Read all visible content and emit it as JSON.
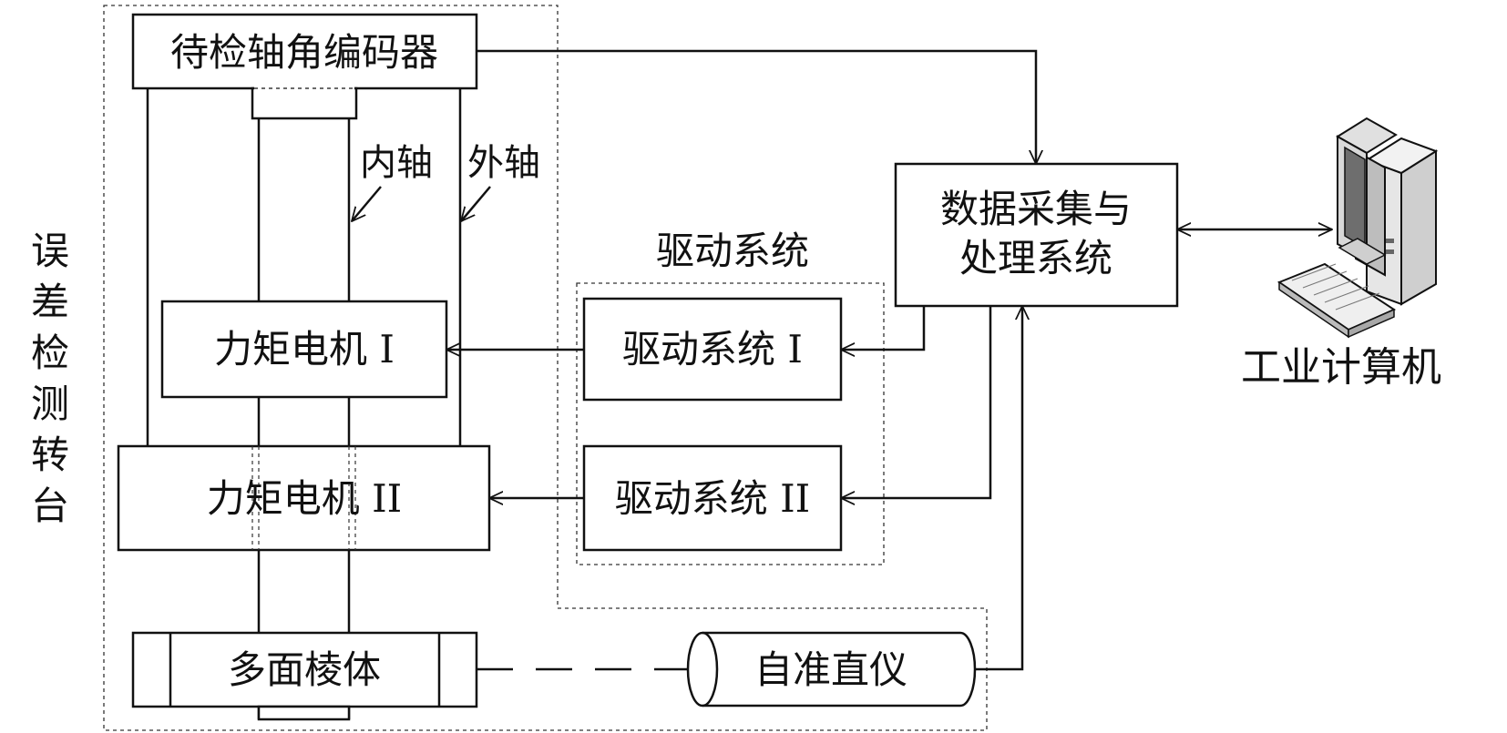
{
  "encoder": {
    "label": "待检轴角编码器"
  },
  "inner_shaft": {
    "label": "内轴"
  },
  "outer_shaft": {
    "label": "外轴"
  },
  "turntable": {
    "label_chars": [
      "误",
      "差",
      "检",
      "测",
      "转",
      "台"
    ]
  },
  "motor1": {
    "label": "力矩电机 I"
  },
  "motor2": {
    "label": "力矩电机 II"
  },
  "drive_group": {
    "label": "驱动系统"
  },
  "drive1": {
    "label": "驱动系统 I"
  },
  "drive2": {
    "label": "驱动系统 II"
  },
  "daq": {
    "line1": "数据采集与",
    "line2": "处理系统"
  },
  "computer": {
    "label": "工业计算机",
    "icon": "computer-icon"
  },
  "polygon": {
    "label": "多面棱体"
  },
  "autocollimator": {
    "label": "自准直仪"
  }
}
